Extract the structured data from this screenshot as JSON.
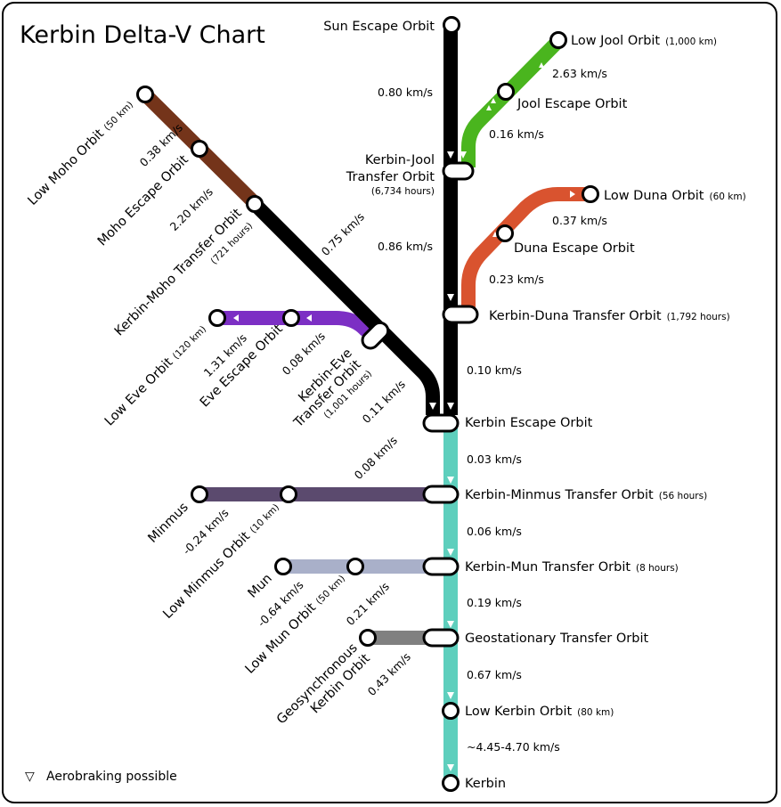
{
  "title": "Kerbin Delta-V Chart",
  "legend": {
    "symbol": "▽",
    "text": "Aerobraking possible"
  },
  "colors": {
    "black_line": "#000000",
    "kerbin_line": "#5ecfbd",
    "jool_line": "#4ab51e",
    "duna_line": "#d9532f",
    "moho_line": "#74341a",
    "eve_line": "#7c2fc4",
    "minmus_line": "#5b4a6e",
    "mun_line": "#a9b0c9",
    "geo_line": "#808080"
  },
  "nodes": {
    "sun_escape": {
      "name": "Sun Escape Orbit",
      "note": ""
    },
    "kerbin_jool_transfer": {
      "name_line1": "Kerbin-Jool",
      "name_line2": "Transfer Orbit",
      "note": "(6,734 hours)"
    },
    "jool_escape": {
      "name": "Jool Escape Orbit",
      "note": ""
    },
    "low_jool": {
      "name": "Low Jool Orbit",
      "note": "(1,000 km)"
    },
    "kerbin_duna_transfer": {
      "name": "Kerbin-Duna Transfer Orbit",
      "note": "(1,792 hours)"
    },
    "duna_escape": {
      "name": "Duna Escape Orbit",
      "note": ""
    },
    "low_duna": {
      "name": "Low Duna Orbit",
      "note": "(60 km)"
    },
    "low_moho": {
      "name": "Low Moho Orbit",
      "note": "(50 km)"
    },
    "moho_escape": {
      "name": "Moho Escape Orbit",
      "note": ""
    },
    "kerbin_moho_transfer": {
      "name": "Kerbin-Moho Transfer Orbit",
      "note": "(721 hours)"
    },
    "low_eve": {
      "name": "Low Eve Orbit",
      "note": "(120 km)"
    },
    "eve_escape": {
      "name": "Eve Escape Orbit",
      "note": ""
    },
    "kerbin_eve_transfer": {
      "name_line1": "Kerbin-Eve",
      "name_line2": "Transfer Orbit",
      "note": "(1,001 hours)"
    },
    "kerbin_escape": {
      "name": "Kerbin Escape Orbit",
      "note": ""
    },
    "kerbin_minmus_transfer": {
      "name": "Kerbin-Minmus Transfer Orbit",
      "note": "(56 hours)"
    },
    "minmus": {
      "name": "Minmus",
      "note": ""
    },
    "low_minmus": {
      "name": "Low Minmus Orbit",
      "note": "(10 km)"
    },
    "kerbin_mun_transfer": {
      "name": "Kerbin-Mun Transfer Orbit",
      "note": "(8 hours)"
    },
    "mun": {
      "name": "Mun",
      "note": ""
    },
    "low_mun": {
      "name": "Low Mun Orbit",
      "note": "(50 km)"
    },
    "geo_transfer": {
      "name": "Geostationary Transfer Orbit",
      "note": ""
    },
    "geosync": {
      "name_line1": "Geosynchronous",
      "name_line2": "Kerbin Orbit",
      "note": ""
    },
    "low_kerbin": {
      "name": "Low Kerbin Orbit",
      "note": "(80 km)"
    },
    "kerbin": {
      "name": "Kerbin",
      "note": ""
    }
  },
  "delta_v": {
    "sun_to_jool_transfer": "0.80 km/s",
    "jool_transfer_to_kerbin_escape": "0.86 km/s",
    "jool_escape_to_low_jool": "2.63 km/s",
    "jool_transfer_to_jool_escape": "0.16 km/s",
    "duna_escape_to_low_duna": "0.37 km/s",
    "duna_transfer_to_duna_escape": "0.23 km/s",
    "duna_transfer_to_kerbin_escape": "0.10 km/s",
    "moho_low": "0.38 km/s",
    "moho_escape": "2.20 km/s",
    "moho_transfer": "0.75 km/s",
    "eve_low": "1.31 km/s",
    "eve_escape": "0.08 km/s",
    "eve_transfer": "0.11 km/s",
    "kerbin_escape_to_minmus": "0.03 km/s",
    "minmus_transfer": "0.08 km/s",
    "minmus_surface": "-0.24 km/s",
    "minmus_to_mun_transfer": "0.06 km/s",
    "mun_surface": "-0.64 km/s",
    "mun_transfer": "0.21 km/s",
    "mun_to_geo": "0.19 km/s",
    "geo_circularize": "0.43 km/s",
    "geo_to_low_kerbin": "0.67 km/s",
    "low_kerbin_to_surface": "~4.45-4.70 km/s"
  }
}
